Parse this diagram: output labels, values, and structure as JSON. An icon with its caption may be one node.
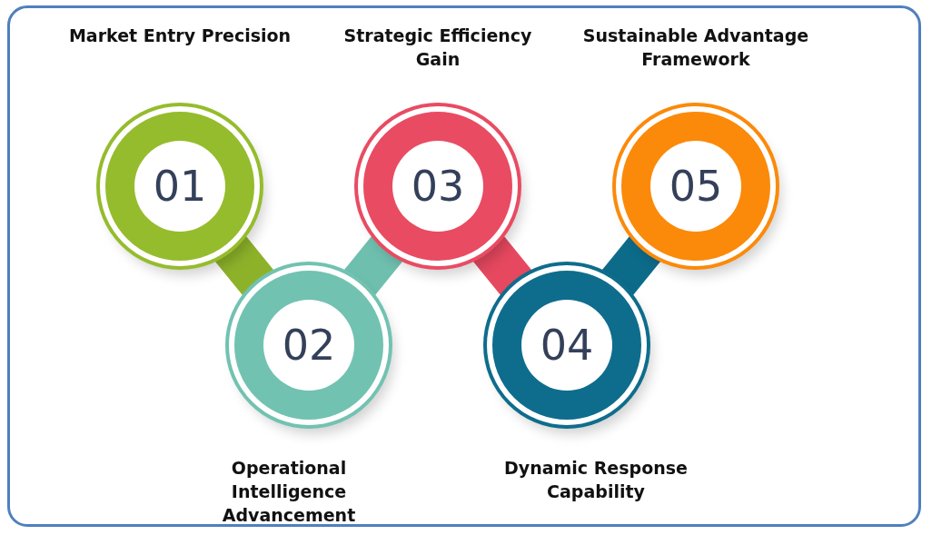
{
  "diagram": {
    "nodes": [
      {
        "text": [
          "01"
        ],
        "beside": [
          "Market Entry Precision"
        ]
      },
      {
        "text": [
          "02"
        ],
        "beside": [
          "Operational Intelligence Advancement"
        ]
      },
      {
        "text": [
          "03"
        ],
        "beside": [
          "Strategic Efficiency Gain"
        ]
      },
      {
        "text": [
          "04"
        ],
        "beside": [
          "Dynamic Response Capability"
        ]
      },
      {
        "text": [
          "05"
        ],
        "beside": [
          "Sustainable Advantage Framework"
        ]
      }
    ],
    "edges": [
      {
        "from": 0,
        "to": 1,
        "arrow": "none",
        "color": "#8db22a"
      },
      {
        "from": 1,
        "to": 2,
        "arrow": "none",
        "color": "#6fbfae"
      },
      {
        "from": 2,
        "to": 3,
        "arrow": "none",
        "color": "#e5485f"
      },
      {
        "from": 3,
        "to": 4,
        "arrow": "none",
        "color": "#0d6b8a"
      }
    ]
  }
}
